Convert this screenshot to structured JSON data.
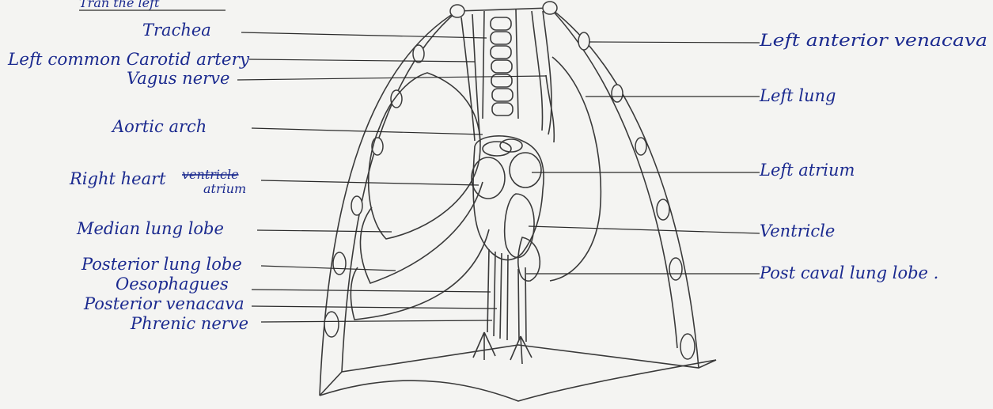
{
  "header_text": "Tran the left",
  "labels_left": {
    "trachea": "Trachea",
    "left_common_carotid": "Left common Carotid artery",
    "vagus_nerve": "Vagus nerve",
    "aortic_arch": "Aortic arch",
    "right_heart_struck": "ventricle",
    "right_heart": "Right heart",
    "right_heart_atrium": "atrium",
    "median_lung_lobe": "Median lung lobe",
    "posterior_lung_lobe": "Posterior lung lobe",
    "oesophagus": "Oesophagues",
    "posterior_venacava": "Posterior venacava",
    "phrenic_nerve": "Phrenic nerve"
  },
  "labels_right": {
    "left_anterior_venacava": "Left anterior venacava",
    "left_lung": "Left lung",
    "left_atrium": "Left atrium",
    "ventricle": "Ventricle",
    "post_caval_lung_lobe": "Post caval lung lobe ."
  }
}
